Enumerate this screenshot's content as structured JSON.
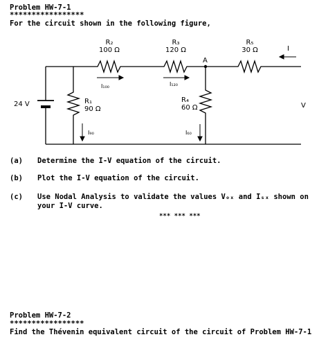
{
  "problem1": {
    "title": "Problem HW-7-1",
    "rule": "*****************",
    "intro": "For the circuit shown in the following figure,"
  },
  "circuit": {
    "r2": {
      "name": "R₂",
      "value": "100 Ω"
    },
    "r3": {
      "name": "R₃",
      "value": "120 Ω"
    },
    "r5": {
      "name": "R₅",
      "value": "30 Ω"
    },
    "r1": {
      "name": "R₁",
      "value": "90 Ω"
    },
    "r4": {
      "name": "R₄",
      "value": "60 Ω"
    },
    "source": "24 V",
    "node_a": "A",
    "current_in": "I",
    "voltage_v": "V",
    "i100": "I₁₀₀",
    "i120": "I₁₂₀",
    "i90": "I₉₀",
    "i60": "I₆₀"
  },
  "questions": [
    {
      "tag": "(a)",
      "line1": "Determine the I-V equation of the circuit.",
      "line2": ""
    },
    {
      "tag": "(b)",
      "line1": "Plot the I-V equation of the circuit.",
      "line2": ""
    },
    {
      "tag": "(c)",
      "line1": "Use Nodal Analysis to validate the values Vₒₓ and Iₛₓ shown on",
      "line2": "your I-V curve."
    }
  ],
  "separator": "*** *** ***",
  "problem2": {
    "title": "Problem HW-7-2",
    "rule": "*****************",
    "text": "Find the Thévenin equivalent circuit of the circuit of Problem HW-7-1"
  }
}
